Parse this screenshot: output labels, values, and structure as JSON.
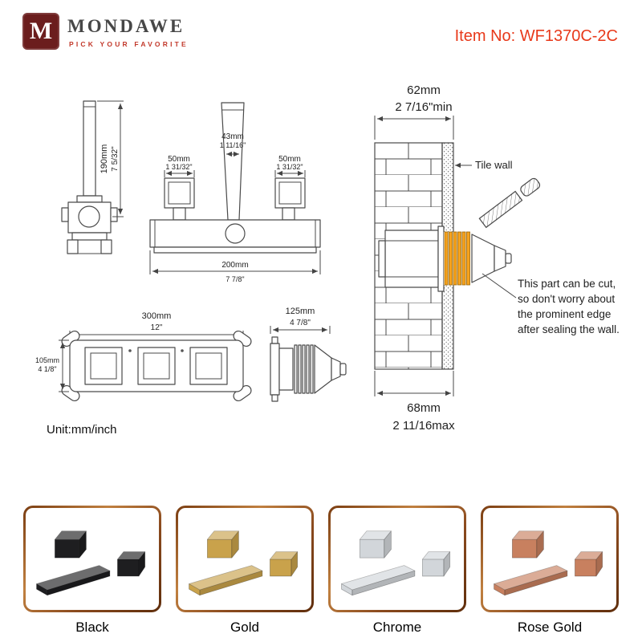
{
  "header": {
    "logo_letter": "M",
    "brand": "MONDAWE",
    "tagline": "PICK YOUR FAVORITE",
    "item_no": "Item No: WF1370C-2C"
  },
  "diagram": {
    "unit_label": "Unit:mm/inch",
    "tile_wall_label": "Tile wall",
    "note_lines": [
      "This part can be cut,",
      "so don't worry about",
      "the prominent edge",
      "after sealing the wall."
    ],
    "dims": {
      "spout_height_mm": "190mm",
      "spout_height_in": "7 5/32\"",
      "spout_width_mm": "43mm",
      "spout_width_in": "1 11/16\"",
      "handle_mm": "50mm",
      "handle_in": "1 31/32\"",
      "span_mm": "200mm",
      "span_in": "7 7/8\"",
      "plate_w_mm": "300mm",
      "plate_w_in": "12\"",
      "plate_h_mm": "105mm",
      "plate_h_in": "4 1/8\"",
      "valve_mm": "125mm",
      "valve_in": "4 7/8\"",
      "wall_min_mm": "62mm",
      "wall_min_in": "2 7/16\"min",
      "wall_max_mm": "68mm",
      "wall_max_in": "2 11/16max"
    }
  },
  "finishes": [
    {
      "label": "Black",
      "color": "#1e1e20"
    },
    {
      "label": "Gold",
      "color": "#c9a24b"
    },
    {
      "label": "Chrome",
      "color": "#d2d6da"
    },
    {
      "label": "Rose Gold",
      "color": "#c8805f"
    }
  ],
  "colors": {
    "accent_red": "#e8391a",
    "logo_bg": "#6b1d1d",
    "tagline_red": "#c2392b",
    "line_gray": "#4a4a4a",
    "highlight_orange": "#f6a21c",
    "card_border_brown": "#8a4a1e"
  }
}
